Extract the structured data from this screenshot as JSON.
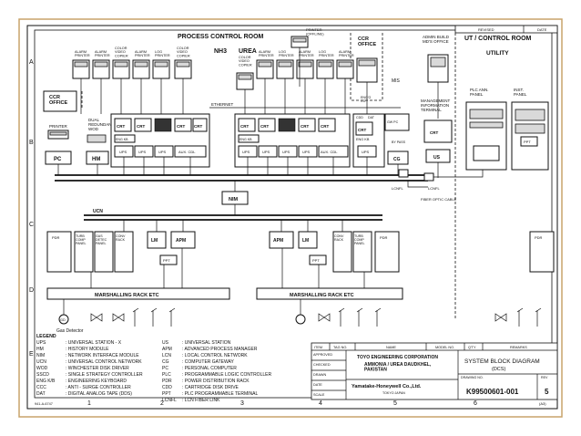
{
  "border_color": "#c9a36a",
  "header": {
    "revised": "REVISED",
    "date": "DATE",
    "process_room": "PROCESS CONTROL ROOM",
    "nh3": "NH3",
    "urea": "UREA",
    "ut_room": "UT / CONTROL ROOM",
    "utility": "UTILITY"
  },
  "rooms": {
    "ccr_left": "CCR\nOFFICE",
    "ccr_right": "CCR\nOFFICE",
    "admin": "ADMIN BUILD\nMD'S OFFICE",
    "printer_offline": "PRINTER\n(OFFLINE)",
    "mis": "MIS",
    "mgmt": "MANAGEMENT\nINFORMATION\nTERMINAL"
  },
  "left_group": {
    "printer": "PRINTER",
    "pc": "PC",
    "dual_wod": "DUAL\nREDUNDANT\nWOD",
    "hm": "HM"
  },
  "printers_left": [
    "ALARM\nPRINTER",
    "ALARM\nPRINTER",
    "COLOR\nVIDEO\nCOPIER",
    "ALARM\nPRINTER",
    "LOG\nPRINTER",
    "COLOR\nVIDEO\nCOPIER"
  ],
  "printers_mid": [
    "COLOR\nVIDEO\nCOPIER",
    "ALARM\nPRINTER",
    "LOG\nPRINTER",
    "ALARM\nPRINTER",
    "LOG\nPRINTER",
    "ALARM\nPRINTER"
  ],
  "labels": {
    "ethernet": "ETHERNET",
    "crt": "CRT",
    "eng_kb": "ENG KB",
    "ups": "UPS",
    "aux_cdl": "AUX. CDL",
    "cdd": "CDD",
    "dat": "DAT",
    "gw_pc": "GW PC",
    "by_pass": "BY PASS",
    "cg": "CG",
    "us": "US",
    "eng_cg": "ENG'G\nCG",
    "nim": "NIM",
    "ucn": "UCN",
    "lcnl": "LCNFL",
    "fiber": "FIBER OPTIC CABLE",
    "plc_ann": "PLC ANN.\nPANEL",
    "inst_panel": "INST.\nPANEL",
    "ppt": "PPT",
    "lm": "LM",
    "apm": "APM",
    "pdr": "PDR",
    "turb": "TURB\nCOMP\nPANEL",
    "gas": "GAS\nDETEC\nPANEL",
    "conv": "CONV\nRACK",
    "marshalling": "MARSHALLING RACK ETC",
    "gas_detector": "Gas Detector"
  },
  "legend": {
    "title": "LEGEND",
    "left": [
      [
        "UPS",
        ": UNIVERSAL STATION - X"
      ],
      [
        "HM",
        ": HISTORY MODULE"
      ],
      [
        "NIM",
        ": NETWORK INTERFACE MODULE"
      ],
      [
        "UCN",
        ": UNIVERSAL CONTROL NETWORK"
      ],
      [
        "WOD",
        ": WINCHESTER DISK DRIVER"
      ],
      [
        "SSCD",
        ": SINGLE STRATEGY CONTROLLER"
      ],
      [
        "ENG K/B",
        ": ENGINEERING KEYBOARD"
      ],
      [
        "CCC",
        ": ANTI - SURGE CONTROLLER"
      ],
      [
        "DAT",
        ": DIGITAL ANALOG TAPE (DDS)"
      ]
    ],
    "right": [
      [
        "US",
        ": UNIVERSAL STATION"
      ],
      [
        "APM",
        ": ADVANCED PROCESS MANAGER"
      ],
      [
        "LCN",
        ": LOCAL CONTROL NETWORK"
      ],
      [
        "CG",
        ": COMPUTER GATEWAY"
      ],
      [
        "PC",
        ": PERSONAL COMPUTER"
      ],
      [
        "PLC",
        ": PROGRAMMABLE LOGIC CONTROLLER"
      ],
      [
        "PDR",
        ": POWER DISTRIBUTION RACK"
      ],
      [
        "CDD",
        ": CARTRIDGE DISK DRIVE"
      ],
      [
        "PPT",
        ": PLC PROGRAMMABLE TERMINAL"
      ],
      [
        "LCNFL",
        ": LCN FIBER LINK"
      ]
    ]
  },
  "title_block": {
    "item": "ITEM",
    "tag": "TAG NO.",
    "name": "NAME",
    "model": "MODEL NO.",
    "qty": "Q'TY",
    "remarks": "REMARKS",
    "approved": "APPROVED",
    "checked": "CHECKED",
    "drawn": "DRAWN",
    "date": "DATE",
    "scale": "SCALE",
    "company": "TOYO ENGINEERING CORPORATION",
    "project": "AMMONIA / UREA DAUDKHEL,\nPAKISTAN",
    "vendor": "Yamatake-Honeywell Co.,Ltd.",
    "vendor_city": "TOKYO     JAPAN",
    "title": "SYSTEM BLOCK DIAGRAM",
    "subtitle": "(DCS)",
    "drawing_no_label": "DRAWING NO.",
    "drawing_no": "K99500601-001",
    "rev_label": "REV",
    "rev": "5",
    "sheet": "(A3)",
    "doc_ref": "941-A-6747"
  },
  "grid": {
    "rows": [
      "A",
      "B",
      "C",
      "D",
      "E"
    ],
    "cols": [
      "1",
      "2",
      "3",
      "4",
      "5",
      "6"
    ]
  }
}
